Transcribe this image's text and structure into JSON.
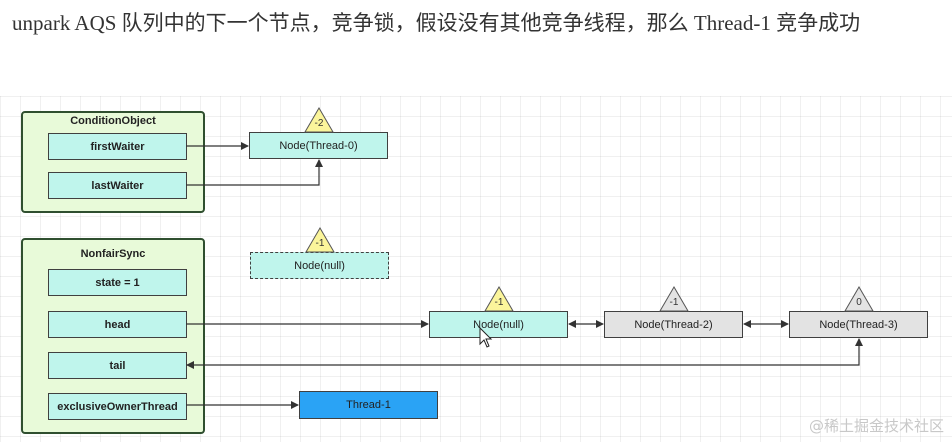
{
  "caption": "unpark AQS 队列中的下一个节点，竞争锁，假设没有其他竞争线程，那么 Thread-1 竞争成功",
  "condition_object": {
    "title": "ConditionObject",
    "first_waiter": "firstWaiter",
    "last_waiter": "lastWaiter"
  },
  "nonfair_sync": {
    "title": "NonfairSync",
    "state": "state = 1",
    "head": "head",
    "tail": "tail",
    "exclusive_owner_thread": "exclusiveOwnerThread"
  },
  "nodes": {
    "thread0": {
      "label": "Node(Thread-0)",
      "wait_status": "-2"
    },
    "detached_null": {
      "label": "Node(null)",
      "wait_status": "-1"
    },
    "head_null": {
      "label": "Node(null)",
      "wait_status": "-1"
    },
    "thread2": {
      "label": "Node(Thread-2)",
      "wait_status": "-1"
    },
    "thread3": {
      "label": "Node(Thread-3)",
      "wait_status": "0"
    }
  },
  "owner": {
    "label": "Thread-1"
  },
  "colors": {
    "group_bg": "#e8fad9",
    "field_bg": "#bff5ec",
    "node_gray": "#e3e3e3",
    "owner_blue": "#2aa3f5",
    "status_yellow": "#fbf59b"
  },
  "watermark": "@稀土掘金技术社区"
}
